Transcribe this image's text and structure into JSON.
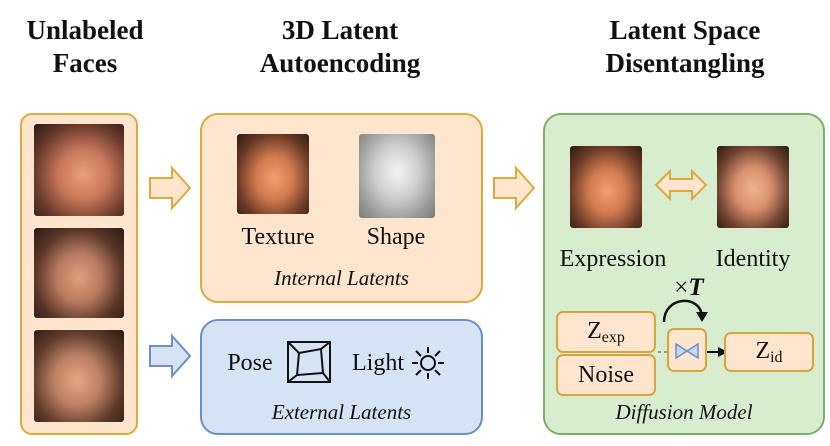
{
  "headings": {
    "col1": [
      "Unlabeled",
      "Faces"
    ],
    "col2": [
      "3D Latent",
      "Autoencoding"
    ],
    "col3": [
      "Latent Space",
      "Disentangling"
    ]
  },
  "internal": {
    "texture_label": "Texture",
    "shape_label": "Shape",
    "caption": "Internal  Latents"
  },
  "external": {
    "pose_label": "Pose",
    "light_label": "Light",
    "caption": "External Latents"
  },
  "diffusion": {
    "expression_label": "Expression",
    "identity_label": "Identity",
    "z_exp": "Z",
    "z_exp_sub": "exp",
    "noise": "Noise",
    "z_id": "Z",
    "z_id_sub": "id",
    "times": "×",
    "times_var": "T",
    "caption": "Diffusion Model"
  },
  "colors": {
    "orange_border": "#e0a93d",
    "orange_fill": "#fde6cd",
    "blue_border": "#6b8fc9",
    "blue_fill": "#d6e3f5",
    "green_border": "#7db068",
    "green_fill": "#d8ecd0"
  },
  "icons": [
    "face-photo",
    "shape-mesh",
    "cube-icon",
    "sun-icon",
    "arrow-right-icon",
    "double-arrow-icon",
    "bowtie-icon",
    "loop-arrow-icon"
  ]
}
